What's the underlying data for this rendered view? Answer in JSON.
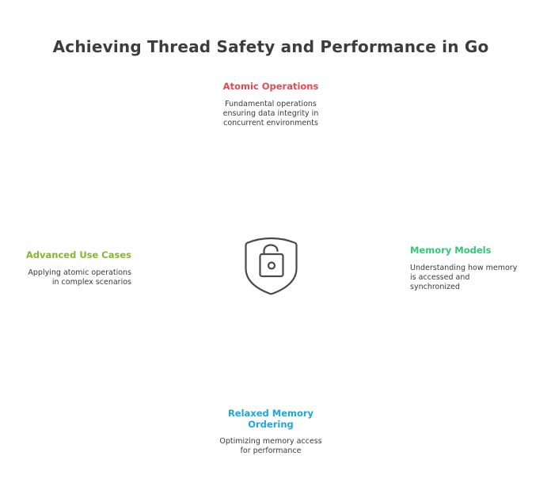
{
  "title": "Achieving Thread Safety and Performance in Go",
  "center": {
    "icon": "shield-unlocked-padlock-icon"
  },
  "nodes": {
    "top": {
      "title": "Atomic Operations",
      "description_lines": [
        "Fundamental operations",
        "ensuring data integrity in",
        "concurrent environments"
      ],
      "color": "#e5484d"
    },
    "right": {
      "title": "Memory Models",
      "description_lines": [
        "Understanding how memory",
        "is accessed and",
        "synchronized"
      ],
      "color": "#36c47a"
    },
    "bottom": {
      "title_lines": [
        "Relaxed Memory",
        "Ordering"
      ],
      "description_lines": [
        "Optimizing memory access",
        "for performance"
      ],
      "color": "#1ba6dc"
    },
    "left": {
      "title": "Advanced Use Cases",
      "description_lines": [
        "Applying atomic operations",
        "in complex scenarios"
      ],
      "color": "#84b62e"
    }
  }
}
